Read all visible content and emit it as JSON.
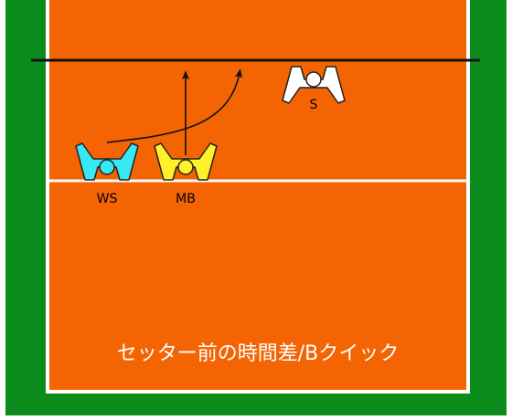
{
  "colors": {
    "court_outer": "#0c8c1c",
    "court_inner": "#f46403",
    "court_line": "#ffffff",
    "net": "#111111",
    "player_s": "#ffffff",
    "player_ws": "#38e8f4",
    "player_mb": "#fff02a",
    "arrow": "#111111",
    "caption_text": "#ffffff"
  },
  "players": {
    "s": {
      "label": "S",
      "icon": "player-arms-raised-icon"
    },
    "ws": {
      "label": "WS",
      "icon": "player-arms-raised-icon"
    },
    "mb": {
      "label": "MB",
      "icon": "player-arms-raised-icon"
    }
  },
  "caption": "セッター前の時間差/Bクイック"
}
